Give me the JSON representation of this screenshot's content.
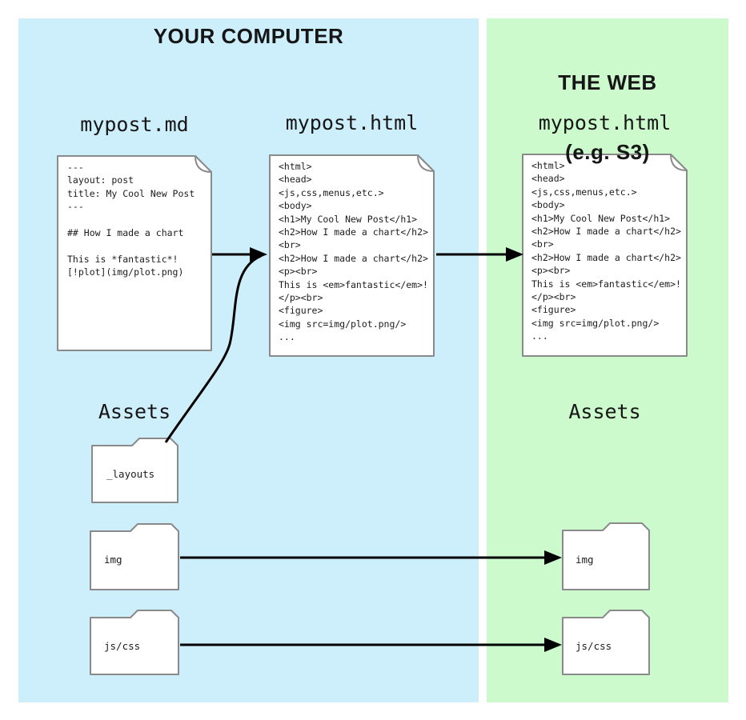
{
  "colors": {
    "panel_left_bg": "#cdeefb",
    "panel_right_bg": "#ccfacc",
    "shape_stroke": "#8a8a8a",
    "arrow": "#000000"
  },
  "left_panel": {
    "title": "YOUR COMPUTER",
    "md_file": {
      "label": "mypost.md",
      "lines": [
        "---",
        "layout: post",
        "title: My Cool New Post",
        "---",
        "",
        "## How I made a chart",
        "",
        "This is *fantastic*!",
        "[!plot](img/plot.png)"
      ]
    },
    "html_file": {
      "label": "mypost.html",
      "lines": [
        "<html>",
        "<head>",
        "<js,css,menus,etc.>",
        "<body>",
        "<h1>My Cool New Post</h1>",
        "<h2>How I made a chart</h2>",
        "<br>",
        "<h2>How I made a chart</h2>",
        "<p><br>",
        "This is <em>fantastic</em>!",
        "</p><br>",
        "<figure>",
        "<img src=img/plot.png/>",
        "..."
      ]
    },
    "assets_label": "Assets",
    "folders": [
      "_layouts",
      "img",
      "js/css"
    ]
  },
  "right_panel": {
    "title_line1": "THE WEB",
    "title_line2": "(e.g. S3)",
    "html_file": {
      "label": "mypost.html",
      "lines": [
        "<html>",
        "<head>",
        "<js,css,menus,etc.>",
        "<body>",
        "<h1>My Cool New Post</h1>",
        "<h2>How I made a chart</h2>",
        "<br>",
        "<h2>How I made a chart</h2>",
        "<p><br>",
        "This is <em>fantastic</em>!",
        "</p><br>",
        "<figure>",
        "<img src=img/plot.png/>",
        "..."
      ]
    },
    "assets_label": "Assets",
    "folders": [
      "img",
      "js/css"
    ]
  }
}
